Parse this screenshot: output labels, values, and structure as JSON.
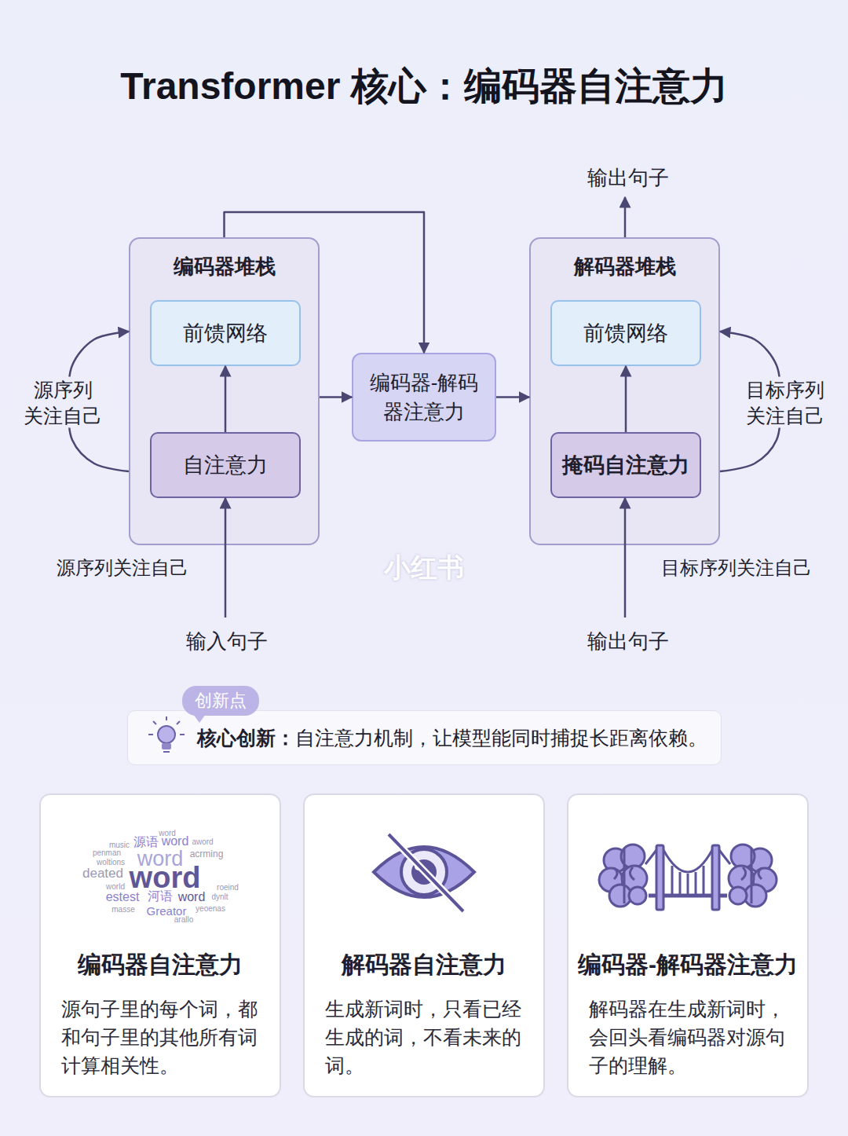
{
  "diagram": {
    "title": "Transformer 核心：编码器自注意力",
    "nodes": [
      {
        "text": [
          "编码器堆栈"
        ]
      },
      {
        "text": [
          "前馈网络"
        ],
        "in": 0
      },
      {
        "text": [
          "自注意力"
        ],
        "in": 0
      },
      {
        "text": [
          "编码器-解码 器注意力"
        ]
      },
      {
        "text": [
          "解码器堆栈"
        ]
      },
      {
        "text": [
          "前馈网络"
        ],
        "in": 4
      },
      {
        "text": [
          "掩码自注意力"
        ],
        "in": 4
      },
      {
        "text": [
          "创新点"
        ]
      },
      {
        "text": [
          "核心创新：",
          "自注意力机制，让模型能同时捕捉长距离依赖。"
        ]
      },
      {
        "text": [
          "编码器自注意力",
          "源句子里的每个词，都和句子里的其他所有词计算相关性。"
        ]
      },
      {
        "text": [
          "解码器自注意力",
          "生成新词时，只看已经生成的词，不看未来的词。"
        ]
      },
      {
        "text": [
          "编码器-解码器注意力",
          "解码器在生成新词时，会回头看编码器对源句子的理解。"
        ]
      }
    ],
    "edges": [
      {
        "from": 2,
        "to": 1,
        "arrow": "to"
      },
      {
        "from": 0,
        "to": 0,
        "label": "源序列 关注自己",
        "arrow": "to"
      },
      {
        "from": 0,
        "to": 3,
        "arrow": "to"
      },
      {
        "from": 0,
        "to": 3,
        "arrow": "to"
      },
      {
        "from": 3,
        "to": 4,
        "arrow": "to"
      },
      {
        "from": 6,
        "to": 5,
        "arrow": "to"
      },
      {
        "from": 4,
        "to": 4,
        "label": "目标序列 关注自己",
        "arrow": "to"
      }
    ],
    "labels": [
      "输出句子",
      "源序列关注自己",
      "小红书",
      "目标序列关注自己",
      "输入句子",
      "输出句子",
      "word",
      "music",
      "源语",
      "word",
      "aword",
      "penman",
      "word",
      "acrming",
      "woltions",
      "deated",
      "word",
      "world",
      "roeind",
      "estest",
      "河语",
      "word",
      "dynlt",
      "masse",
      "Greator",
      "yeoenas",
      "arallo"
    ]
  }
}
